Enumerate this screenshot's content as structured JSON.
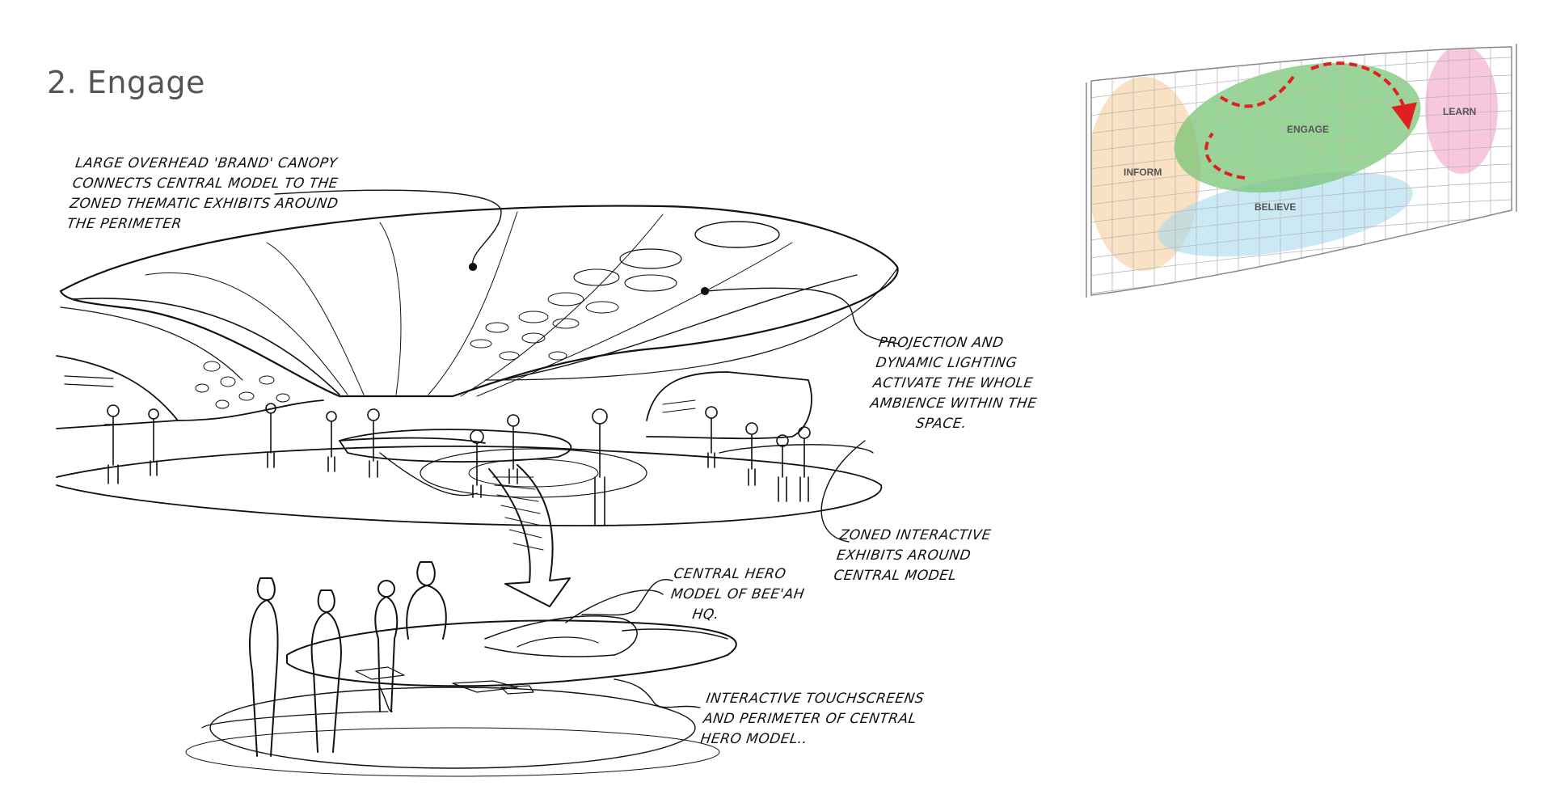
{
  "page": {
    "title": "2. Engage"
  },
  "annotations": {
    "canopy": [
      "LARGE OVERHEAD 'BRAND' CANOPY",
      "CONNECTS CENTRAL MODEL TO THE",
      "ZONED THEMATIC EXHIBITS AROUND",
      "THE PERIMETER"
    ],
    "projection": [
      "PROJECTION AND",
      "DYNAMIC LIGHTING",
      "ACTIVATE THE WHOLE",
      "AMBIENCE WITHIN THE",
      "SPACE."
    ],
    "zoned": [
      "ZONED INTERACTIVE",
      "EXHIBITS AROUND",
      "CENTRAL MODEL"
    ],
    "hero": [
      "CENTRAL HERO",
      "MODEL OF BEE'AH",
      "HQ."
    ],
    "touch": [
      "INTERACTIVE TOUCHSCREENS",
      "AND PERIMETER OF CENTRAL",
      "HERO MODEL.."
    ]
  },
  "zone_map": {
    "zones": [
      {
        "label": "INFORM",
        "color": "#f7d7b0"
      },
      {
        "label": "ENGAGE",
        "color": "#6cc36a"
      },
      {
        "label": "LEARN",
        "color": "#f4b6d2"
      },
      {
        "label": "BELIEVE",
        "color": "#a9d8ee"
      }
    ],
    "flow_color": "#e02020",
    "grid_color": "#b8b8b8"
  }
}
